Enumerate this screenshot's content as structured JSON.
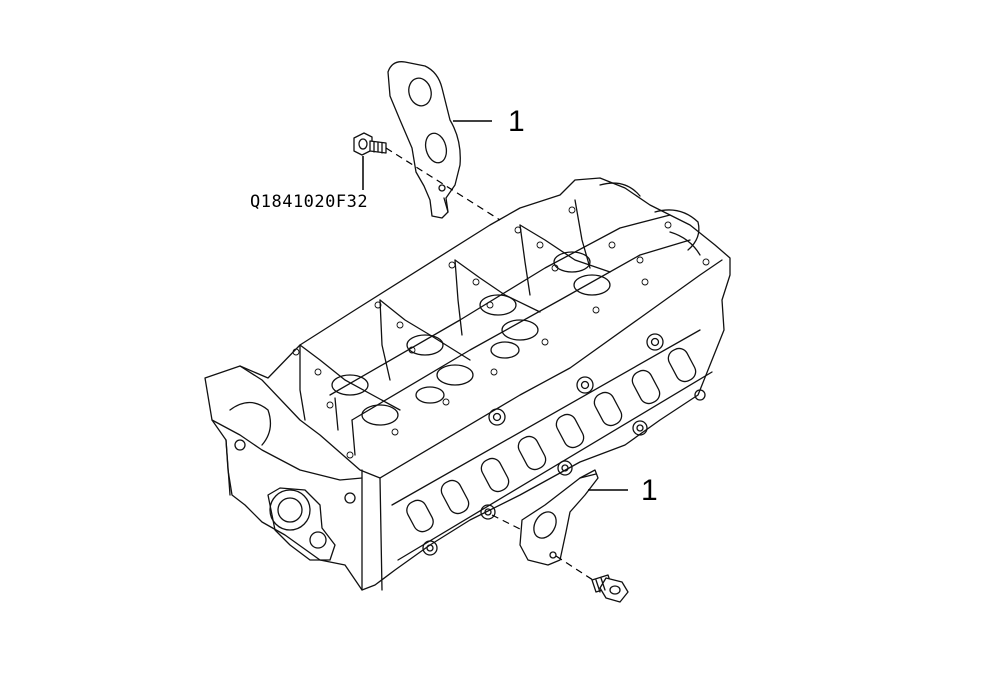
{
  "diagram": {
    "callouts": [
      {
        "id": "upper-bracket",
        "label": "1"
      },
      {
        "id": "lower-bracket",
        "label": "1"
      }
    ],
    "part_numbers": [
      {
        "id": "bolt-upper",
        "label": "Q1841020F32"
      }
    ]
  }
}
